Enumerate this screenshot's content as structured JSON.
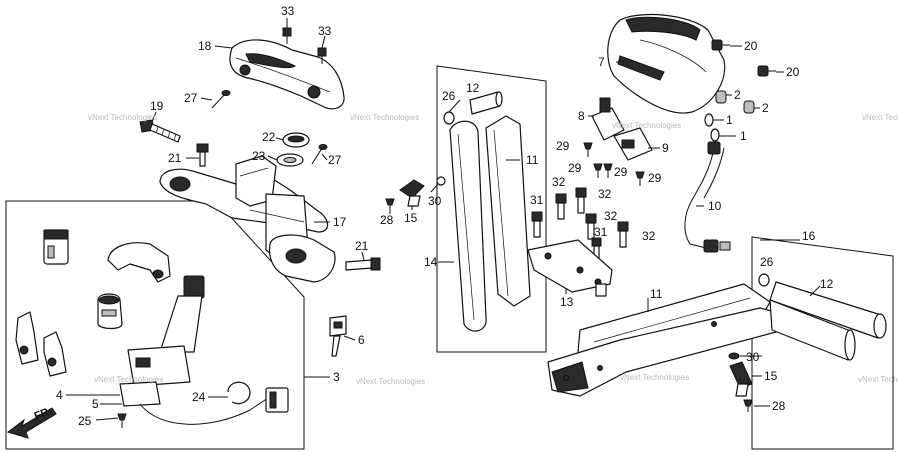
{
  "diagram": {
    "watermark_text": "vNext Technologies",
    "direction_label": "FR.",
    "callouts": [
      {
        "id": "c33a",
        "label": "33"
      },
      {
        "id": "c33b",
        "label": "33"
      },
      {
        "id": "c18",
        "label": "18"
      },
      {
        "id": "c27a",
        "label": "27"
      },
      {
        "id": "c19",
        "label": "19"
      },
      {
        "id": "c22",
        "label": "22"
      },
      {
        "id": "c23",
        "label": "23"
      },
      {
        "id": "c21a",
        "label": "21"
      },
      {
        "id": "c27b",
        "label": "27"
      },
      {
        "id": "c17",
        "label": "17"
      },
      {
        "id": "c21b",
        "label": "21"
      },
      {
        "id": "c6",
        "label": "6"
      },
      {
        "id": "c3",
        "label": "3"
      },
      {
        "id": "c24",
        "label": "24"
      },
      {
        "id": "c4",
        "label": "4"
      },
      {
        "id": "c5",
        "label": "5"
      },
      {
        "id": "c25",
        "label": "25"
      },
      {
        "id": "c26a",
        "label": "26"
      },
      {
        "id": "c12a",
        "label": "12"
      },
      {
        "id": "c11a",
        "label": "11"
      },
      {
        "id": "c30a",
        "label": "30"
      },
      {
        "id": "c28a",
        "label": "28"
      },
      {
        "id": "c15a",
        "label": "15"
      },
      {
        "id": "c14",
        "label": "14"
      },
      {
        "id": "c7",
        "label": "7"
      },
      {
        "id": "c20a",
        "label": "20"
      },
      {
        "id": "c20b",
        "label": "20"
      },
      {
        "id": "c2a",
        "label": "2"
      },
      {
        "id": "c2b",
        "label": "2"
      },
      {
        "id": "c1a",
        "label": "1"
      },
      {
        "id": "c1b",
        "label": "1"
      },
      {
        "id": "c8",
        "label": "8"
      },
      {
        "id": "c9",
        "label": "9"
      },
      {
        "id": "c29a",
        "label": "29"
      },
      {
        "id": "c29b",
        "label": "29"
      },
      {
        "id": "c29c",
        "label": "29"
      },
      {
        "id": "c29d",
        "label": "29"
      },
      {
        "id": "c10",
        "label": "10"
      },
      {
        "id": "c31a",
        "label": "31"
      },
      {
        "id": "c32a",
        "label": "32"
      },
      {
        "id": "c32b",
        "label": "32"
      },
      {
        "id": "c32c",
        "label": "32"
      },
      {
        "id": "c32d",
        "label": "32"
      },
      {
        "id": "c31b",
        "label": "31"
      },
      {
        "id": "c13",
        "label": "13"
      },
      {
        "id": "c16",
        "label": "16"
      },
      {
        "id": "c26b",
        "label": "26"
      },
      {
        "id": "c12b",
        "label": "12"
      },
      {
        "id": "c11b",
        "label": "11"
      },
      {
        "id": "c30b",
        "label": "30"
      },
      {
        "id": "c15b",
        "label": "15"
      },
      {
        "id": "c28b",
        "label": "28"
      }
    ]
  }
}
